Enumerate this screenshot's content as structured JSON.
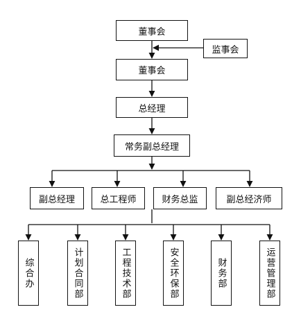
{
  "chart": {
    "shareholders": "董事会",
    "supervisors": "监事会",
    "board": "董事会",
    "gm": "总经理",
    "exec_vgm": "常务副总经理",
    "managers": [
      "副总经理",
      "总工程师",
      "财务总监",
      "副总经济师"
    ],
    "departments": [
      "综合办",
      "计划合同部",
      "工程技术部",
      "安全环保部",
      "财务部",
      "运营管理部"
    ]
  },
  "colors": {
    "line": "#111111",
    "background": "#ffffff"
  }
}
